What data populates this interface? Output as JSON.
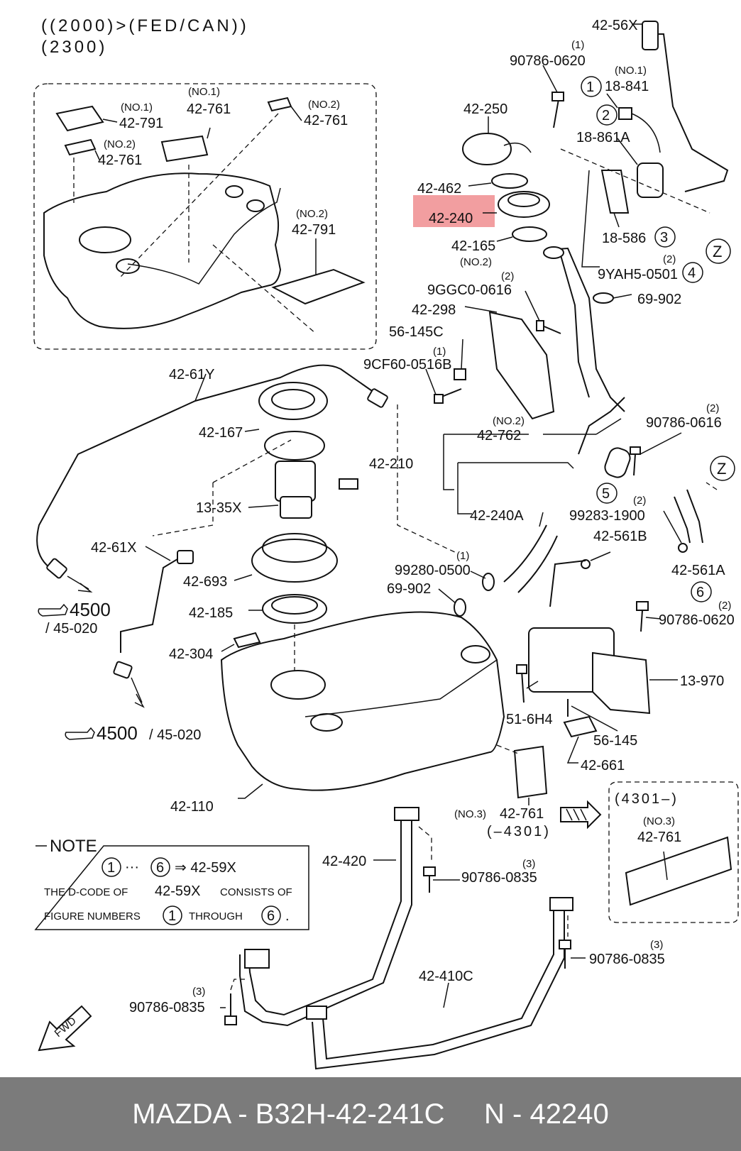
{
  "header": {
    "line1": "((2000)>(FED/CAN))",
    "line2": "(2300)"
  },
  "highlight": {
    "part": "42-240",
    "color": "#f29ea0"
  },
  "inset_left": {
    "labels": [
      {
        "qual": "(NO.1)",
        "code": "42-791"
      },
      {
        "qual": "(NO.1)",
        "code": "42-761"
      },
      {
        "qual": "(NO.2)",
        "code": "42-761"
      },
      {
        "qual": "(NO.2)",
        "code": "42-761"
      },
      {
        "qual": "(NO.2)",
        "code": "42-791"
      }
    ]
  },
  "labels": {
    "p42_56X": "42-56X",
    "p90786_0620_top": "90786-0620",
    "q1a": "(1)",
    "p18_841": "18-841",
    "no1": "(NO.1)",
    "p18_861A": "18-861A",
    "p42_250": "42-250",
    "p42_462": "42-462",
    "p42_240": "42-240",
    "p42_165": "42-165",
    "no2a": "(NO.2)",
    "p18_586": "18-586",
    "p9YAH5": "9YAH5-0501",
    "q2a": "(2)",
    "p9GGC0": "9GGC0-0616",
    "q2b": "(2)",
    "p69_902a": "69-902",
    "p42_298": "42-298",
    "p56_145C": "56-145C",
    "p9CF60": "9CF60-0516B",
    "q1b": "(1)",
    "p42_61Y": "42-61Y",
    "p42_167": "42-167",
    "p42_762": "42-762",
    "no2b": "(NO.2)",
    "p90786_0616": "90786-0616",
    "q2c": "(2)",
    "p42_210": "42-210",
    "p13_35X": "13-35X",
    "p42_240A": "42-240A",
    "p99283": "99283-1900",
    "q2d": "(2)",
    "p42_61X": "42-61X",
    "p42_561B": "42-561B",
    "p42_693": "42-693",
    "p99280": "99280-0500",
    "q1c": "(1)",
    "p42_561A": "42-561A",
    "p69_902b": "69-902",
    "ref4500a": "4500",
    "ref45020a": "/ 45-020",
    "p42_185": "42-185",
    "p90786_0620b": "90786-0620",
    "q2e": "(2)",
    "p42_304": "42-304",
    "p13_970": "13-970",
    "p51_6H4": "51-6H4",
    "ref4500b": "4500",
    "ref45020b": "/ 45-020",
    "p56_145": "56-145",
    "p42_661": "42-661",
    "p42_110": "42-110",
    "p42_761_no3": "42-761",
    "no3a": "(NO.3)",
    "range1": "(–4301)",
    "inset_range": "(4301–)",
    "no3b": "(NO.3)",
    "p42_761_r": "42-761",
    "p42_420": "42-420",
    "p90786_0835a": "90786-0835",
    "q3a": "(3)",
    "p90786_0835b": "90786-0835",
    "q3b": "(3)",
    "p42_410C": "42-410C",
    "p90786_0835c": "90786-0835",
    "q3c": "(3)",
    "fwd": "FWD"
  },
  "circled": {
    "c1": "1",
    "c2": "2",
    "c3": "3",
    "c4": "4",
    "c5": "5",
    "c6": "6",
    "z1": "Z",
    "z2": "Z"
  },
  "note": {
    "title": "NOTE",
    "c1": "1",
    "dots": "···",
    "c6": "6",
    "arrow": "⇒ 42-59X",
    "line2a": "THE D-CODE OF",
    "line2b": "42-59X",
    "line2c": "CONSISTS OF",
    "line3a": "FIGURE NUMBERS",
    "n1": "1",
    "line3b": "THROUGH",
    "n6": "6",
    "dot": "."
  },
  "footer": {
    "text": "MAZDA - B32H-42-241C     N - 42240"
  }
}
